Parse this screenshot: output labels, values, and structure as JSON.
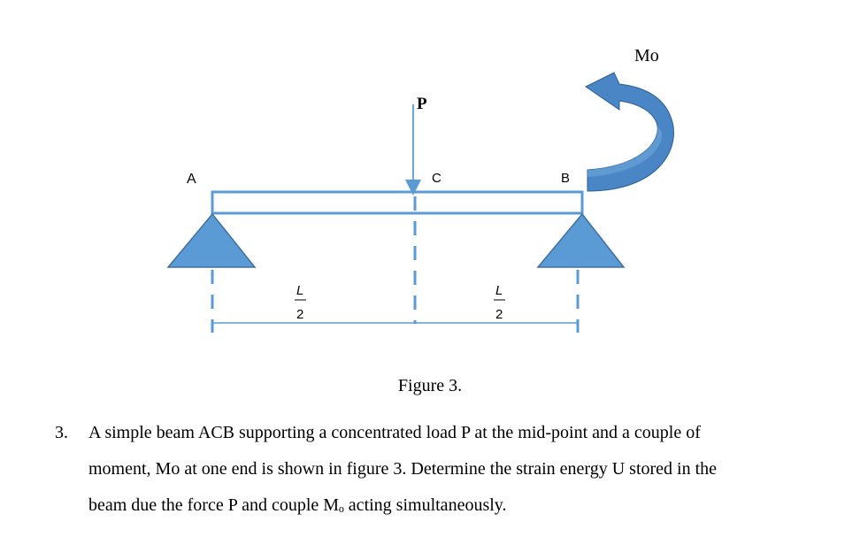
{
  "diagram": {
    "label_a": "A",
    "label_c": "C",
    "label_b": "B",
    "label_p": "P",
    "label_moment": "Mo",
    "span_left_num": "L",
    "span_left_den": "2",
    "span_right_num": "L",
    "span_right_den": "2",
    "color_beam": "#5B9BD5",
    "color_moment": "#4A86C5"
  },
  "figure_caption": "Figure 3.",
  "problem": {
    "number": "3.",
    "line1": "A simple beam ACB supporting a concentrated load P at the mid-point and a couple of",
    "line2": "moment, Mo at one end is shown in figure 3. Determine the strain energy U stored in the",
    "line3": "beam due the force P and couple Mₒ acting simultaneously."
  }
}
